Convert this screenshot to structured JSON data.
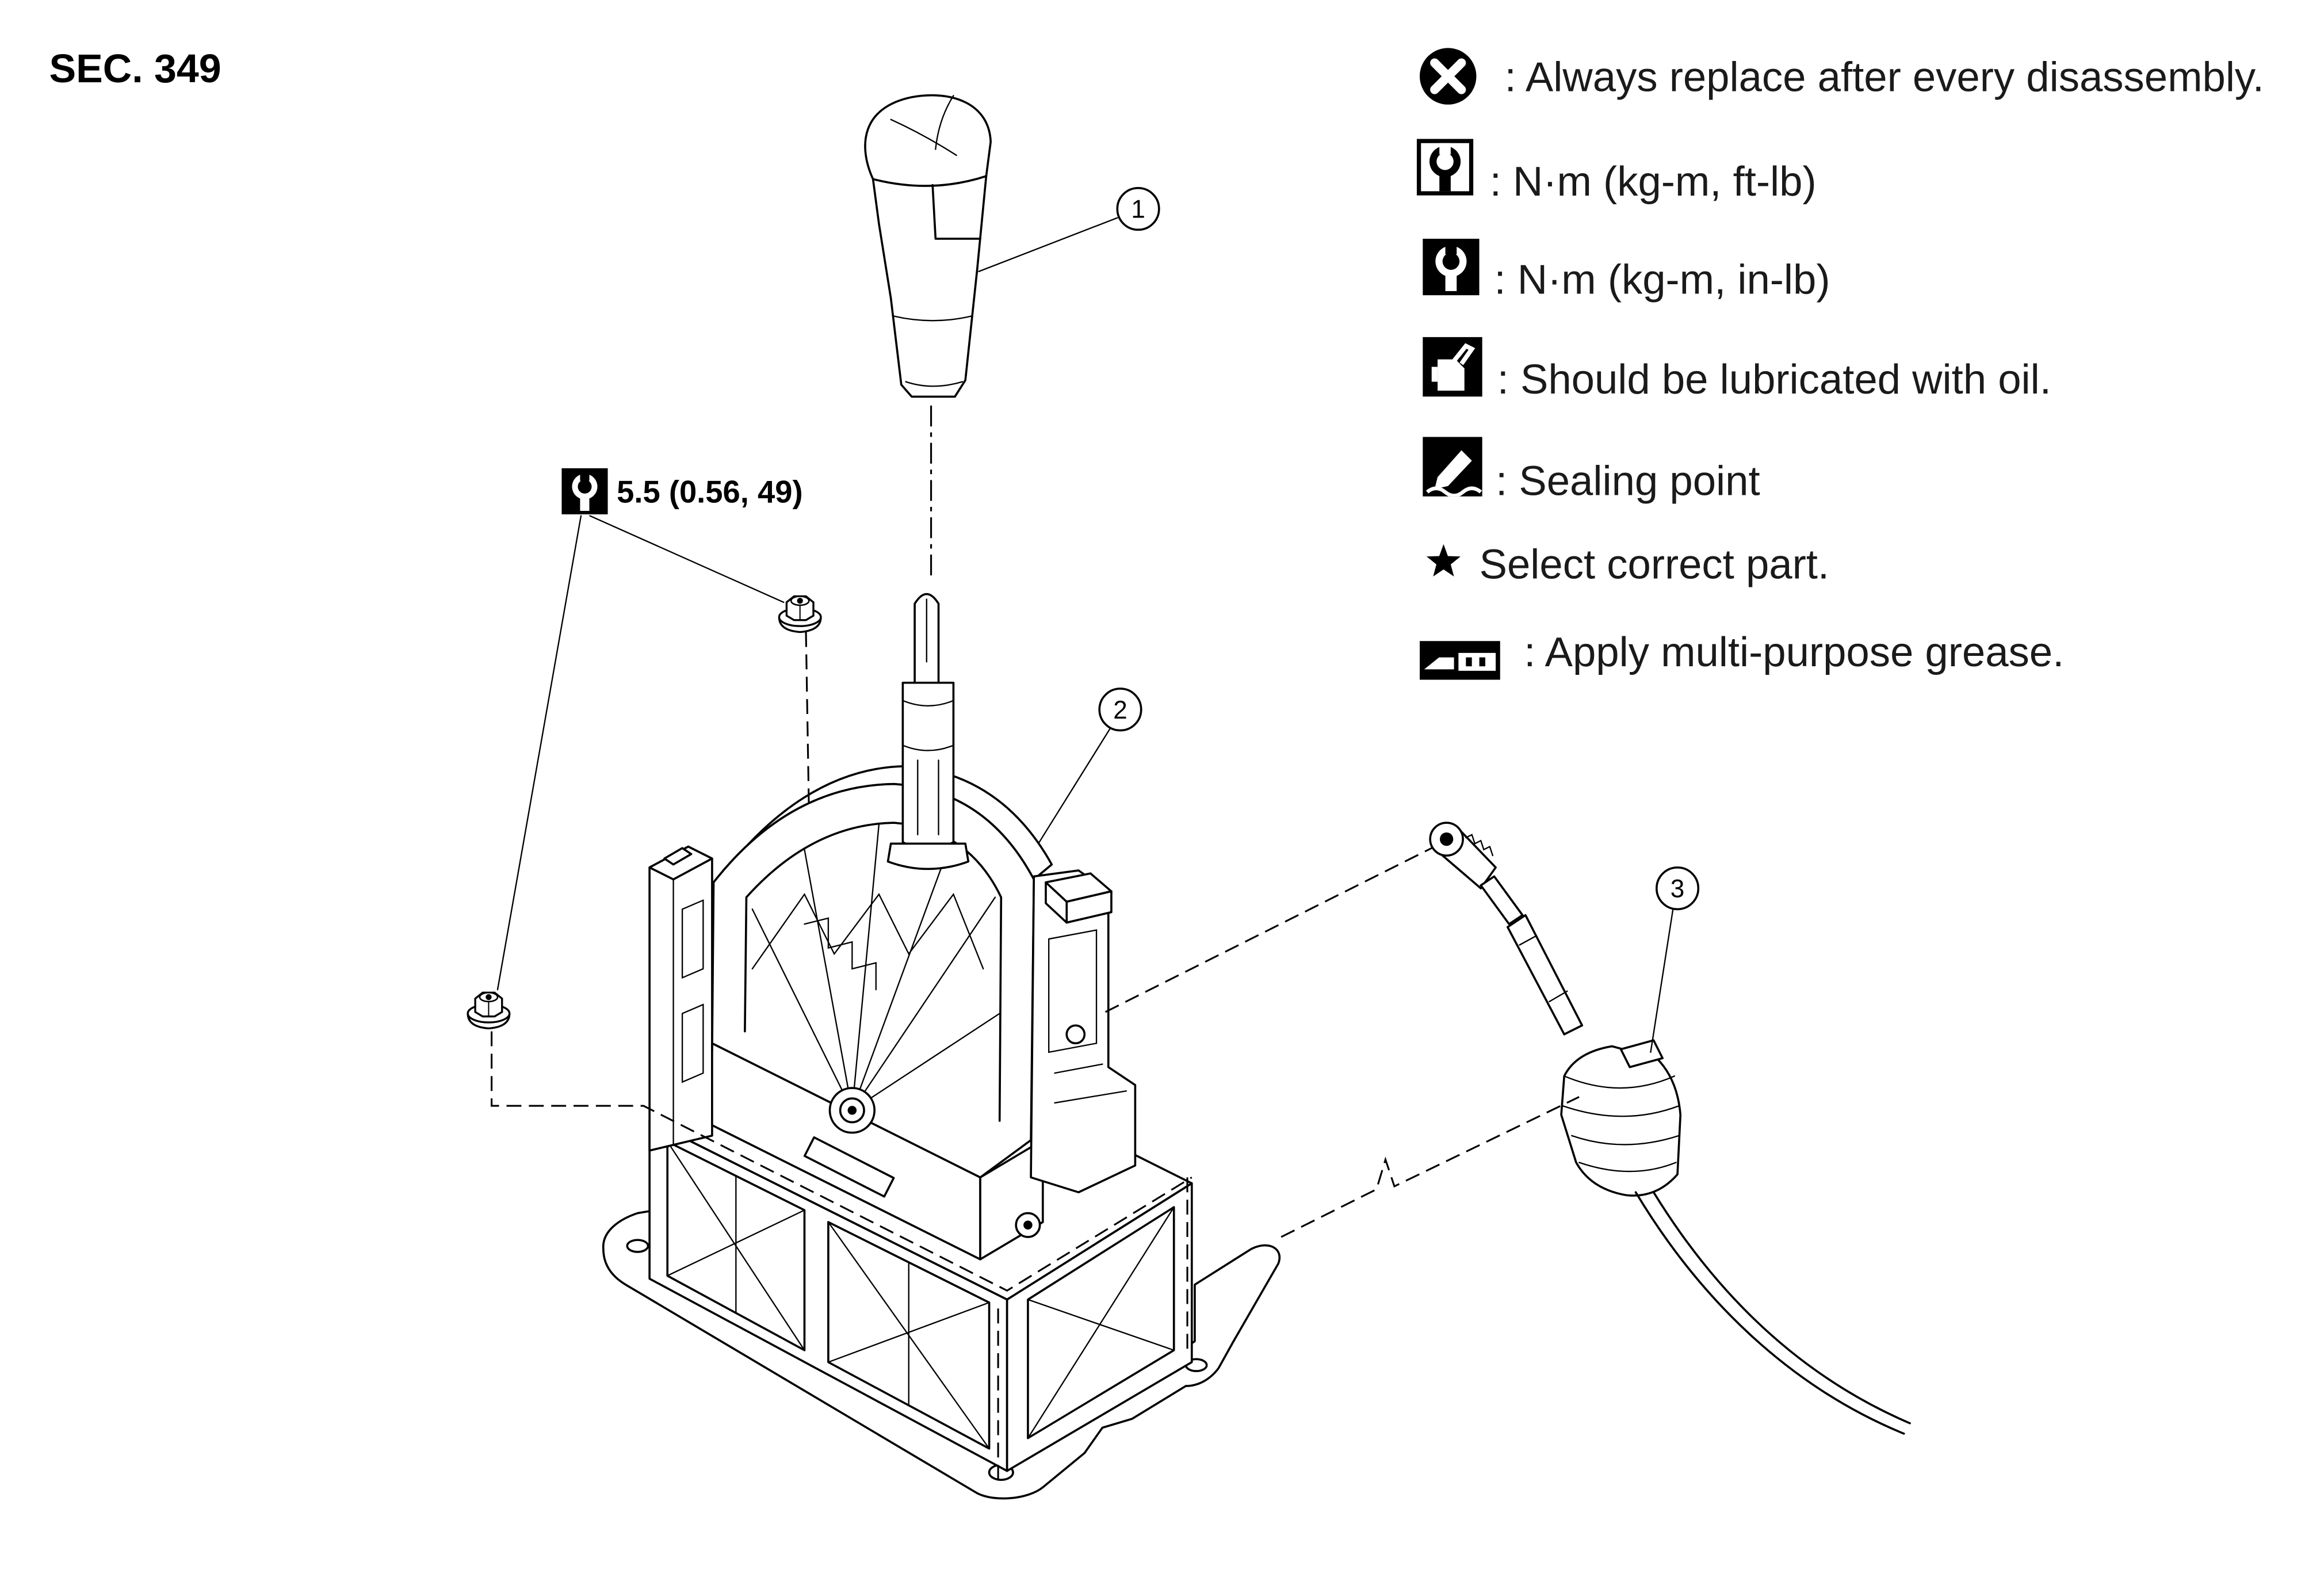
{
  "section": "SEC. 349",
  "torque_spec": {
    "icon": "torque-in-lb-icon",
    "value": "5.5 (0.56, 49)"
  },
  "callouts": [
    "1",
    "2",
    "3"
  ],
  "legend": [
    {
      "icon": "replace-icon",
      "text": ": Always replace after every disassembly."
    },
    {
      "icon": "torque-ft-lb-icon",
      "text": ": N·m (kg-m, ft-lb)"
    },
    {
      "icon": "torque-in-lb-icon",
      "text": ": N·m (kg-m, in-lb)"
    },
    {
      "icon": "oil-can-icon",
      "text": ": Should be lubricated with oil."
    },
    {
      "icon": "sealing-icon",
      "text": ": Sealing point"
    },
    {
      "icon": "star-icon",
      "text": "Select correct part."
    },
    {
      "icon": "grease-icon",
      "text": ": Apply multi-purpose grease."
    }
  ]
}
